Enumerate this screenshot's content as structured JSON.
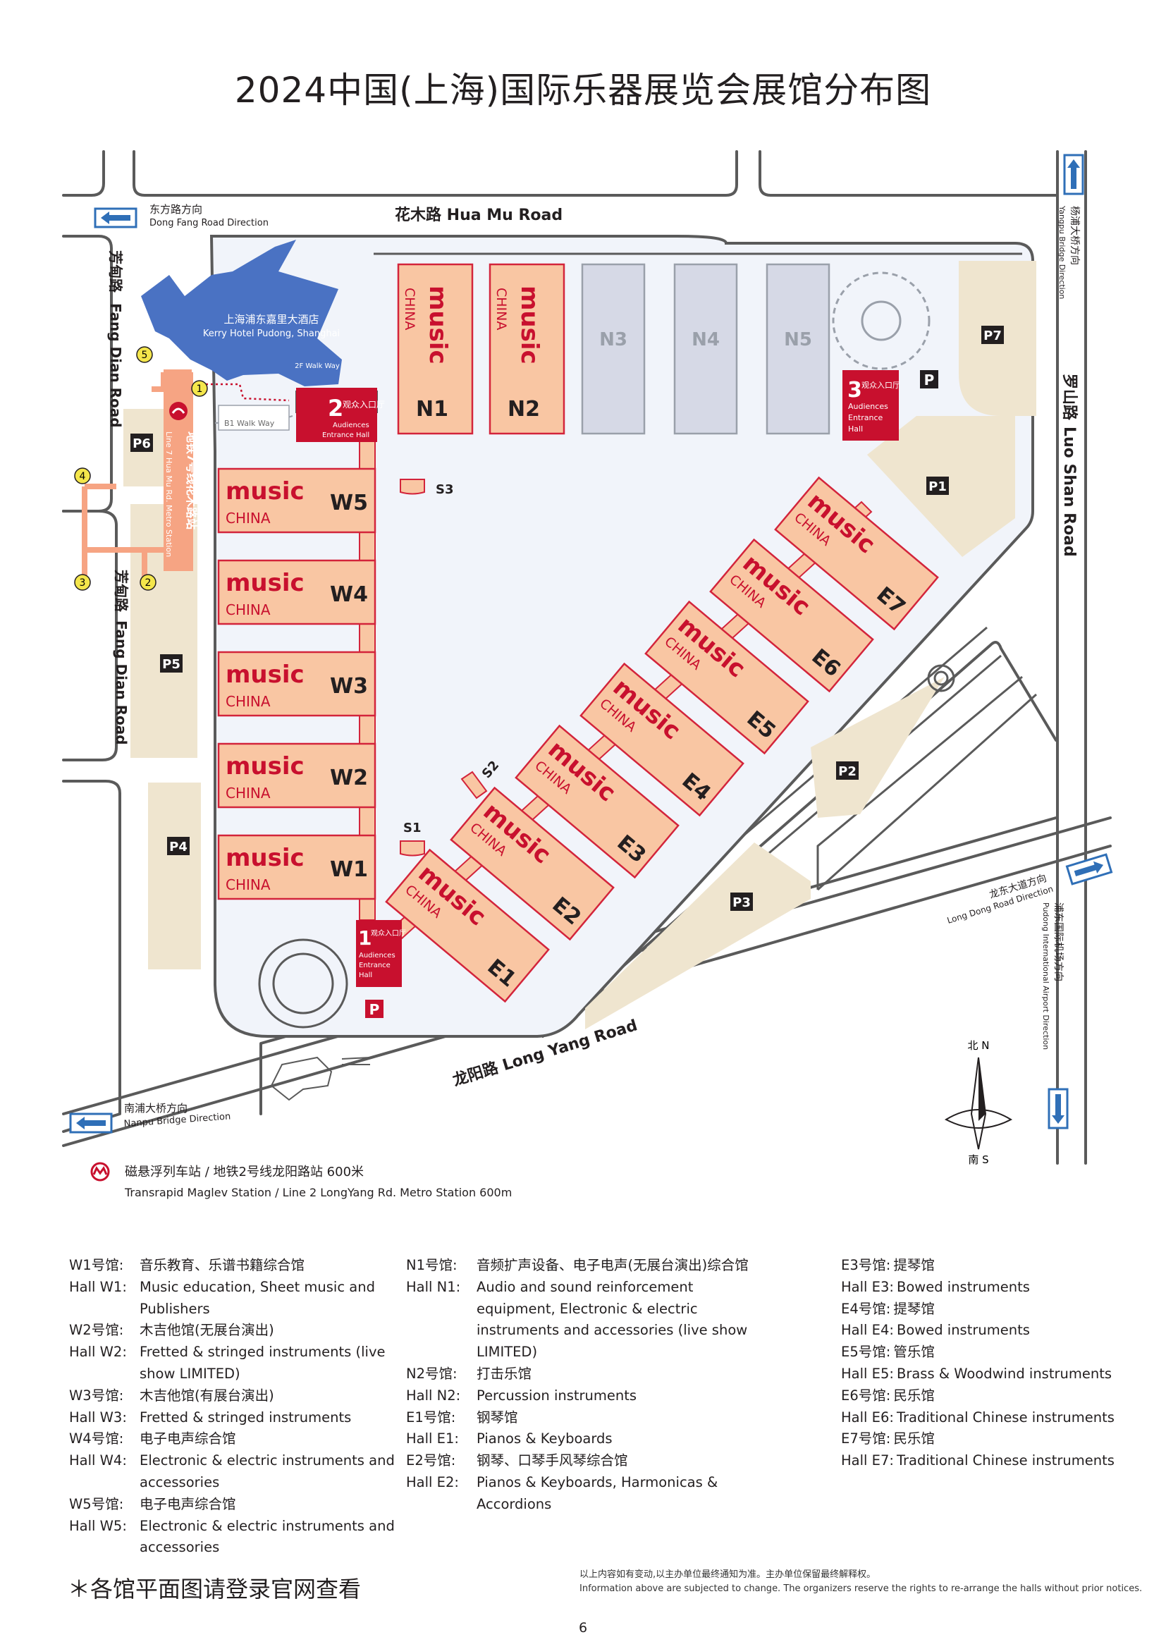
{
  "title": "2024中国(上海)国际乐器展览会展馆分布图",
  "colors": {
    "hall_fill": "#f9c6a3",
    "hall_stroke": "#d3243b",
    "brand_red": "#c8102e",
    "north_hall": "#d6d9e6",
    "parking": "#efe5cf",
    "kerry": "#4a72c3",
    "road": "#5a5a5a",
    "ground": "#f1f4fa",
    "arrow_blue": "#2f6fb7",
    "metro_orange": "#f6a483"
  },
  "map": {
    "brand": {
      "top": "music",
      "bottom": "CHINA"
    },
    "halls_west": [
      "W5",
      "W4",
      "W3",
      "W2",
      "W1"
    ],
    "halls_north_music": [
      "N1",
      "N2"
    ],
    "halls_north_grey": [
      "N3",
      "N4",
      "N5"
    ],
    "halls_east": [
      "E1",
      "E2",
      "E3",
      "E4",
      "E5",
      "E6",
      "E7"
    ],
    "parking": [
      "P1",
      "P2",
      "P3",
      "P4",
      "P5",
      "P6",
      "P7"
    ],
    "stands": [
      "S1",
      "S2",
      "S3"
    ],
    "entrances": [
      {
        "num": "1",
        "cn": "观众入口厅",
        "en1": "Audiences",
        "en2": "Entrance",
        "en3": "Hall"
      },
      {
        "num": "2",
        "cn": "观众入口厅",
        "en1": "Audiences",
        "en2": "Entrance Hall"
      },
      {
        "num": "3",
        "cn": "观众入口厅",
        "en1": "Audiences",
        "en2": "Entrance",
        "en3": "Hall"
      }
    ],
    "parking_mark": "P",
    "hotel": {
      "cn": "上海浦东嘉里大酒店",
      "en": "Kerry Hotel Pudong, Shanghai"
    },
    "walkway_2f": "2F Walk Way",
    "walkway_b1": "B1 Walk Way",
    "metro_station": {
      "cn": "地铁7号线花木路站",
      "en": "Line 7 Hua Mu Rd. Metro Station"
    },
    "exits": [
      "1",
      "2",
      "3",
      "4",
      "5"
    ],
    "roads": {
      "hua_mu": "花木路 Hua Mu Road",
      "fang_dian_cn": "芳甸路",
      "fang_dian_en": "Fang Dian Road",
      "luo_shan_cn": "罗山路",
      "luo_shan_en": "Luo Shan Road",
      "long_yang": "龙阳路 Long Yang Road"
    },
    "directions": {
      "dong_fang_cn": "东方路方向",
      "dong_fang_en": "Dong Fang Road Direction",
      "yangpu_cn": "杨浦大桥方向",
      "yangpu_en": "Yangpu Bridge Direction",
      "long_dong_cn": "龙东大道方向",
      "long_dong_en": "Long Dong Road Direction",
      "pudong_cn": "浦东国际机场方向",
      "pudong_en": "Pudong International Airport Direction",
      "nanpu_cn": "南浦大桥方向",
      "nanpu_en": "Nanpu Bridge Direction"
    },
    "compass": {
      "north": "北 N",
      "south": "南 S"
    },
    "maglev": {
      "cn": "磁悬浮列车站 / 地铁2号线龙阳路站 600米",
      "en": "Transrapid Maglev Station / Line 2 LongYang Rd. Metro Station   600m"
    }
  },
  "legend": {
    "col1": [
      {
        "label": "W1号馆:",
        "value": "音乐教育、乐谱书籍综合馆"
      },
      {
        "label": "Hall W1:",
        "value": "Music education, Sheet music and Publishers"
      },
      {
        "label": "W2号馆:",
        "value": "木吉他馆(无展台演出)"
      },
      {
        "label": "Hall W2:",
        "value": "Fretted & stringed instruments (live show LIMITED)"
      },
      {
        "label": "W3号馆:",
        "value": "木吉他馆(有展台演出)"
      },
      {
        "label": "Hall W3:",
        "value": "Fretted & stringed instruments"
      },
      {
        "label": "W4号馆:",
        "value": "电子电声综合馆"
      },
      {
        "label": "Hall W4:",
        "value": "Electronic & electric instruments and accessories"
      },
      {
        "label": "W5号馆:",
        "value": "电子电声综合馆"
      },
      {
        "label": "Hall W5:",
        "value": "Electronic & electric instruments and accessories"
      }
    ],
    "col2": [
      {
        "label": "N1号馆:",
        "value": "音频扩声设备、电子电声(无展台演出)综合馆"
      },
      {
        "label": "Hall N1:",
        "value": "Audio and sound reinforcement equipment, Electronic & electric instruments and accessories (live show LIMITED)"
      },
      {
        "label": "N2号馆:",
        "value": "打击乐馆"
      },
      {
        "label": "Hall N2:",
        "value": "Percussion instruments"
      },
      {
        "label": "E1号馆:",
        "value": "钢琴馆"
      },
      {
        "label": "Hall E1:",
        "value": "Pianos & Keyboards"
      },
      {
        "label": "E2号馆:",
        "value": "钢琴、口琴手风琴综合馆"
      },
      {
        "label": "Hall E2:",
        "value": "Pianos & Keyboards, Harmonicas & Accordions"
      }
    ],
    "col3": [
      {
        "label": "E3号馆:",
        "value": "提琴馆"
      },
      {
        "label": "Hall E3:",
        "value": "Bowed instruments"
      },
      {
        "label": "E4号馆:",
        "value": "提琴馆"
      },
      {
        "label": "Hall E4:",
        "value": "Bowed instruments"
      },
      {
        "label": "E5号馆:",
        "value": "管乐馆"
      },
      {
        "label": "Hall E5:",
        "value": "Brass & Woodwind instruments"
      },
      {
        "label": "E6号馆:",
        "value": "民乐馆"
      },
      {
        "label": "Hall E6:",
        "value": "Traditional Chinese instruments"
      },
      {
        "label": "E7号馆:",
        "value": "民乐馆"
      },
      {
        "label": "Hall E7:",
        "value": "Traditional Chinese instruments"
      }
    ]
  },
  "footer": {
    "note_star": "＊各馆平面图请登录官网查看",
    "note_cn": "以上内容如有变动,以主办单位最终通知为准。主办单位保留最终解释权。",
    "note_en": "Information above are subjected to change. The organizers reserve the rights to re-arrange the halls without prior notices.",
    "page_number": "6"
  }
}
